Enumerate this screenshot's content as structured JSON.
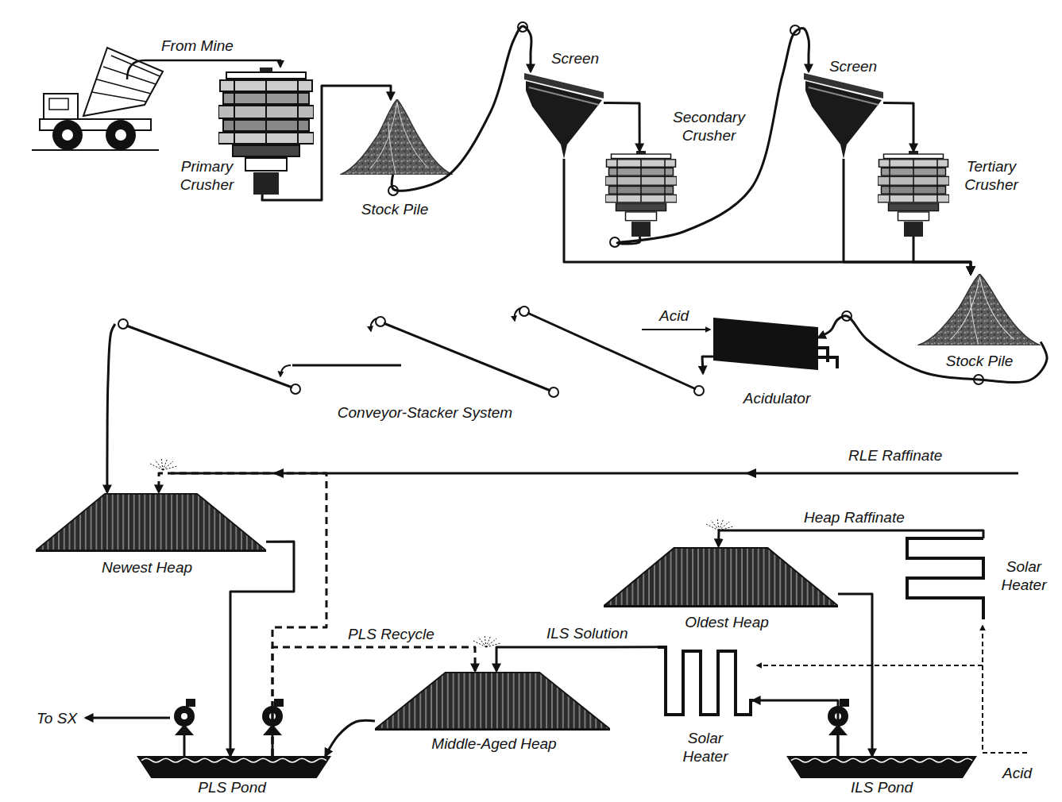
{
  "diagram": {
    "nodes": [
      {
        "text": [
          "Primary Crusher"
        ]
      },
      {
        "text": [
          "Stock Pile"
        ]
      },
      {
        "text": [
          "Screen"
        ]
      },
      {
        "text": [
          "Secondary Crusher"
        ]
      },
      {
        "text": [
          "Screen"
        ]
      },
      {
        "text": [
          "Tertiary Crusher"
        ]
      },
      {
        "text": [
          "Stock Pile"
        ]
      },
      {
        "text": [
          "Acidulator"
        ]
      },
      {
        "text": [
          "Conveyor-Stacker System"
        ]
      },
      {
        "text": [
          "Newest Heap"
        ]
      },
      {
        "text": [
          "Solar Heater"
        ]
      },
      {
        "text": [
          "Oldest Heap"
        ]
      },
      {
        "text": [
          "Middle-Aged Heap"
        ]
      },
      {
        "text": [
          "Solar Heater"
        ]
      },
      {
        "text": [
          "PLS Pond"
        ]
      },
      {
        "text": [
          "ILS Pond"
        ]
      }
    ],
    "edges": [
      {
        "from": 0,
        "to": 1,
        "arrow": "to"
      },
      {
        "from": 1,
        "to": 2,
        "arrow": "to"
      },
      {
        "from": 2,
        "to": 3,
        "arrow": "to"
      },
      {
        "from": 3,
        "to": 4,
        "arrow": "to"
      },
      {
        "from": 4,
        "to": 5,
        "arrow": "to"
      },
      {
        "from": 2,
        "to": 6,
        "arrow": "to"
      },
      {
        "from": 4,
        "to": 6,
        "arrow": "to"
      },
      {
        "from": 5,
        "to": 6,
        "arrow": "to"
      },
      {
        "from": 6,
        "to": 7,
        "arrow": "to"
      },
      {
        "from": 7,
        "to": 8,
        "arrow": "to"
      },
      {
        "from": 8,
        "to": 9,
        "arrow": "to"
      },
      {
        "from": 9,
        "to": 14,
        "arrow": "to"
      },
      {
        "from": 12,
        "to": 14,
        "arrow": "to"
      },
      {
        "from": 14,
        "to": 12,
        "label": "PLS Recycle",
        "arrow": "to"
      },
      {
        "from": 14,
        "to": 9,
        "arrow": "to"
      },
      {
        "from": 13,
        "to": 12,
        "label": "ILS Solution",
        "arrow": "to"
      },
      {
        "from": 15,
        "to": 13,
        "arrow": "to"
      },
      {
        "from": 11,
        "to": 15,
        "arrow": "to"
      },
      {
        "from": 10,
        "to": 11,
        "label": "Heap Raffinate",
        "arrow": "to"
      }
    ],
    "labels": [
      "From Mine",
      "Acid",
      "RLE Raffinate",
      "To SX",
      "Acid"
    ]
  }
}
